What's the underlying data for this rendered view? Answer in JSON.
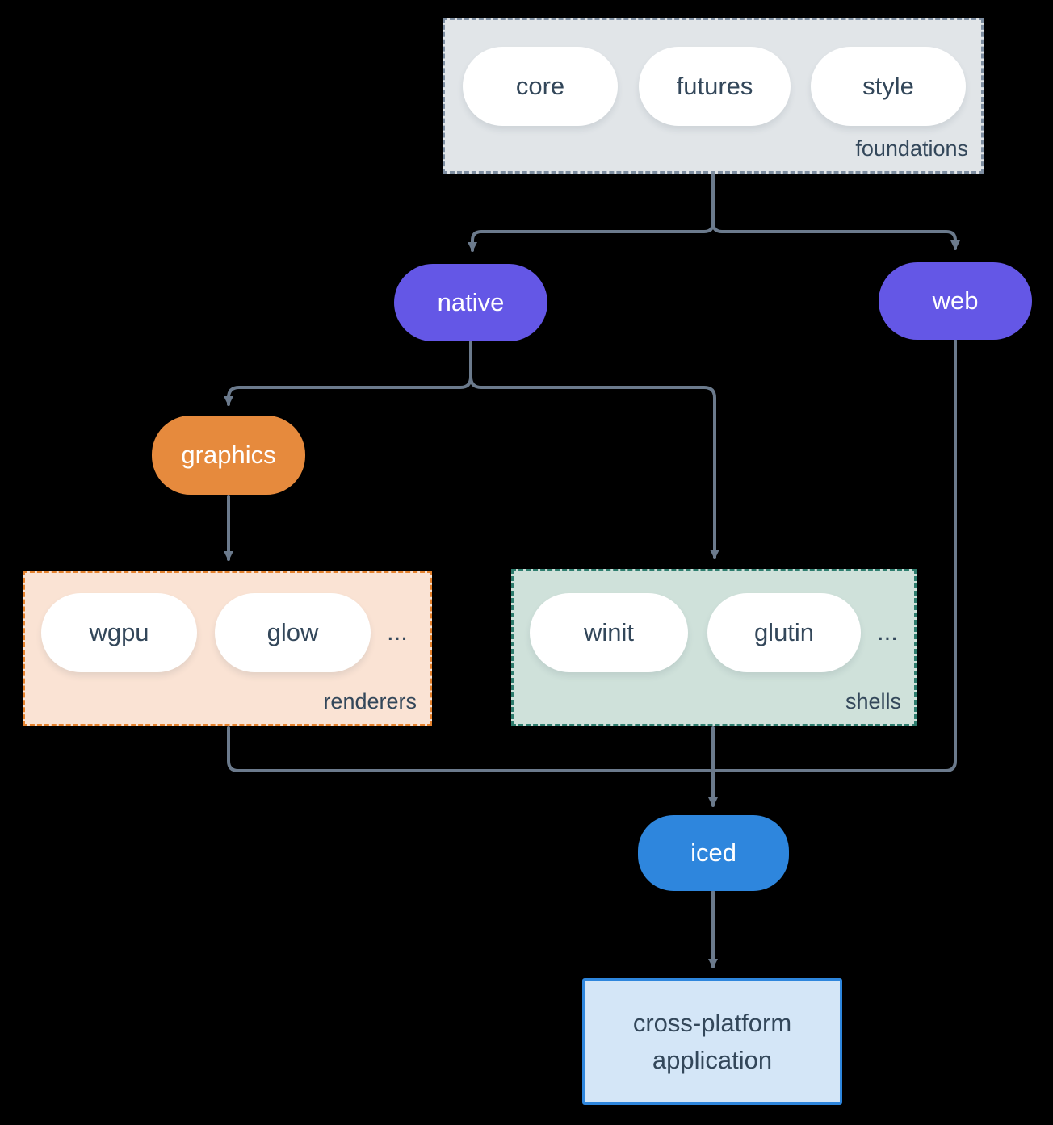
{
  "foundations": {
    "label": "foundations",
    "pills": [
      "core",
      "futures",
      "style"
    ]
  },
  "native": {
    "label": "native"
  },
  "web": {
    "label": "web"
  },
  "graphics": {
    "label": "graphics"
  },
  "renderers": {
    "label": "renderers",
    "pills": [
      "wgpu",
      "glow"
    ],
    "ellipsis": "..."
  },
  "shells": {
    "label": "shells",
    "pills": [
      "winit",
      "glutin"
    ],
    "ellipsis": "..."
  },
  "iced": {
    "label": "iced"
  },
  "application": {
    "lines": [
      "cross-platform",
      "application"
    ]
  },
  "colors": {
    "background": "#000000",
    "arrow": "#6b7a8c",
    "node_purple": "#6457e6",
    "node_orange": "#e68a3d",
    "node_blue": "#2e86dd",
    "pill_fill": "#ffffff",
    "text_dark": "#33475a",
    "text_light": "#ffffff",
    "foundations_fill": "#e1e5e8",
    "foundations_border": "#7d8da0",
    "renderers_fill": "#fae3d4",
    "renderers_border": "#e5822d",
    "shells_fill": "#cfe1da",
    "shells_border": "#2e7d6e",
    "application_fill": "#d4e6f7",
    "application_border": "#2e86dd"
  }
}
